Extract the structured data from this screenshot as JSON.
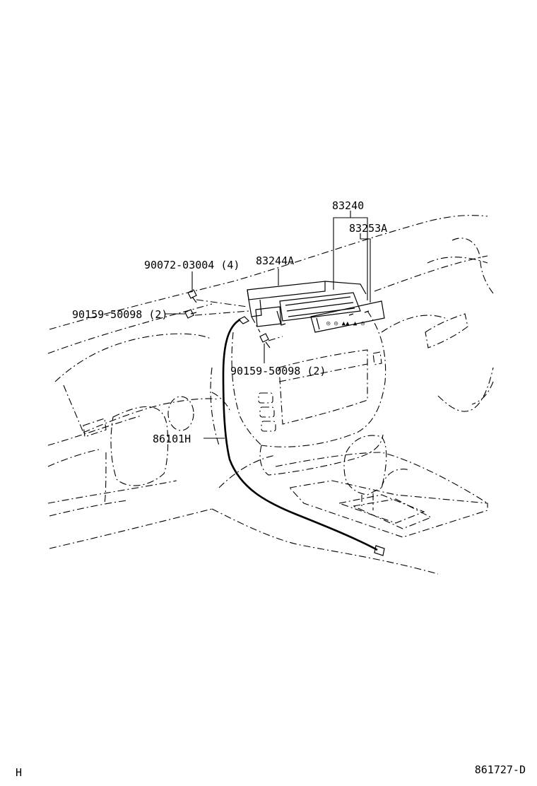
{
  "labels": {
    "p83240": "83240",
    "p83253a": "83253A",
    "p83244a": "83244A",
    "p90072": "90072-03004 (4)",
    "p90159_top": "90159-50098 (2)",
    "p90159_bottom": "90159-50098 (2)",
    "p86101h": "86101H"
  },
  "footer": {
    "left_code": "H",
    "right_code": "861727-D"
  }
}
